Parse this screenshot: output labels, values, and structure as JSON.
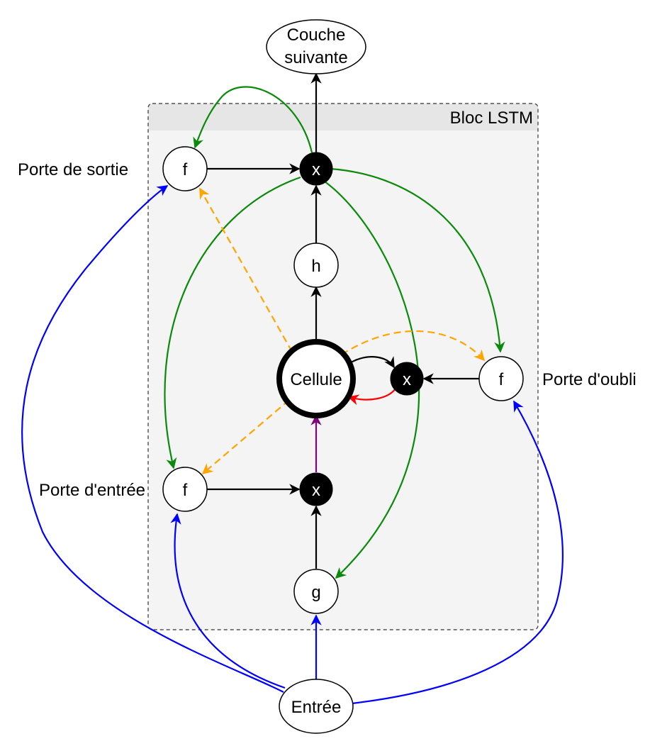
{
  "block": {
    "title": "Bloc LSTM"
  },
  "nodes": {
    "next_layer": {
      "line1": "Couche",
      "line2": "suivante"
    },
    "input": "Entrée",
    "cell": "Cellule",
    "output_gate": "f",
    "forget_gate": "f",
    "input_gate": "f",
    "h": "h",
    "g": "g",
    "mult_top": "x",
    "mult_cell": "x",
    "mult_input": "x"
  },
  "labels": {
    "output_gate": "Porte de sortie",
    "forget_gate": "Porte d'oubli",
    "input_gate": "Porte d'entrée"
  },
  "colors": {
    "input_edges": "#0000ff",
    "feedback_edges": "#0a8a0a",
    "peephole_edges": "#ffa500",
    "cell_recurrence": "#ff0000",
    "cell_input": "#800080",
    "block_fill": "#f4f4f4",
    "block_header": "#e6e6e6"
  }
}
